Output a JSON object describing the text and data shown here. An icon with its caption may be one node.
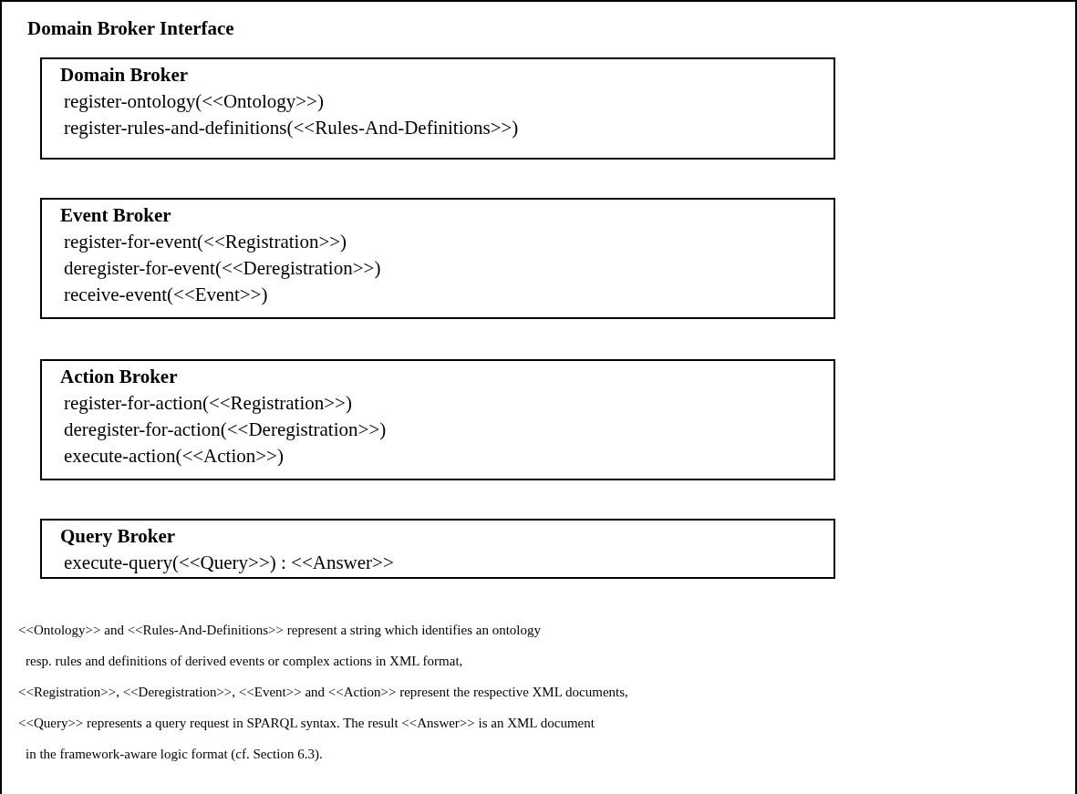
{
  "diagram": {
    "nodes": [
      {
        "text": [
          "Domain Broker Interface"
        ]
      },
      {
        "text": [
          "Domain Broker",
          "register-ontology(<<Ontology>>)",
          "register-rules-and-definitions(<<Rules-And-Definitions>>)"
        ],
        "in": 0
      },
      {
        "text": [
          "Event Broker",
          "register-for-event(<<Registration>>)",
          "deregister-for-event(<<Deregistration>>)",
          "receive-event(<<Event>>)"
        ],
        "in": 0
      },
      {
        "text": [
          "Action Broker",
          "register-for-action(<<Registration>>)",
          "deregister-for-action(<<Deregistration>>)",
          "execute-action(<<Action>>)"
        ],
        "in": 0
      },
      {
        "text": [
          "Query Broker",
          "execute-query(<<Query>>) : <<Answer>>"
        ],
        "in": 0
      }
    ],
    "labels": [
      "<<Ontology>> and <<Rules-And-Definitions>> represent a string which identifies an ontology",
      "resp. rules and definitions of derived events or complex actions in XML format,",
      "<<Registration>>, <<Deregistration>>, <<Event>> and <<Action>> represent the respective XML documents,",
      "<<Query>> represents a query request in SPARQL syntax. The result <<Answer>> is an XML document",
      "in the framework-aware logic format (cf. Section 6.3)."
    ]
  }
}
